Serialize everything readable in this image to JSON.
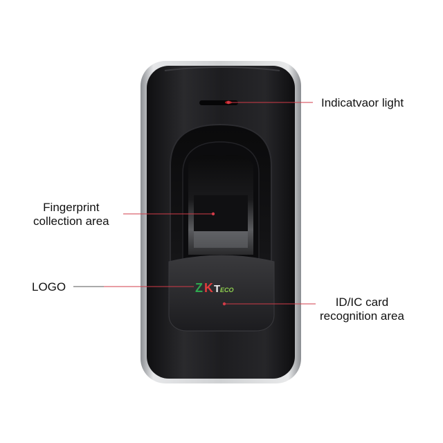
{
  "callouts": {
    "indicator": {
      "text": "Indicatvaor light"
    },
    "fingerprint": {
      "line1": "Fingerprint",
      "line2": "collection area"
    },
    "logo": {
      "text": "LOGO"
    },
    "card": {
      "line1": "ID/IC card",
      "line2": "recognition area"
    }
  },
  "device": {
    "logo_letters": {
      "z": "Z",
      "k": "K",
      "t": "T",
      "eco": "ECO"
    },
    "colors": {
      "body": "#1b1b1d",
      "bezel": "#b9bcbf",
      "leader_line": "#d23b48",
      "logo_z": "#2fa84f",
      "logo_k": "#e23c3c",
      "logo_t": "#f0f0f0",
      "logo_eco": "#8fd14f",
      "indicator": "#c41e1e"
    }
  }
}
